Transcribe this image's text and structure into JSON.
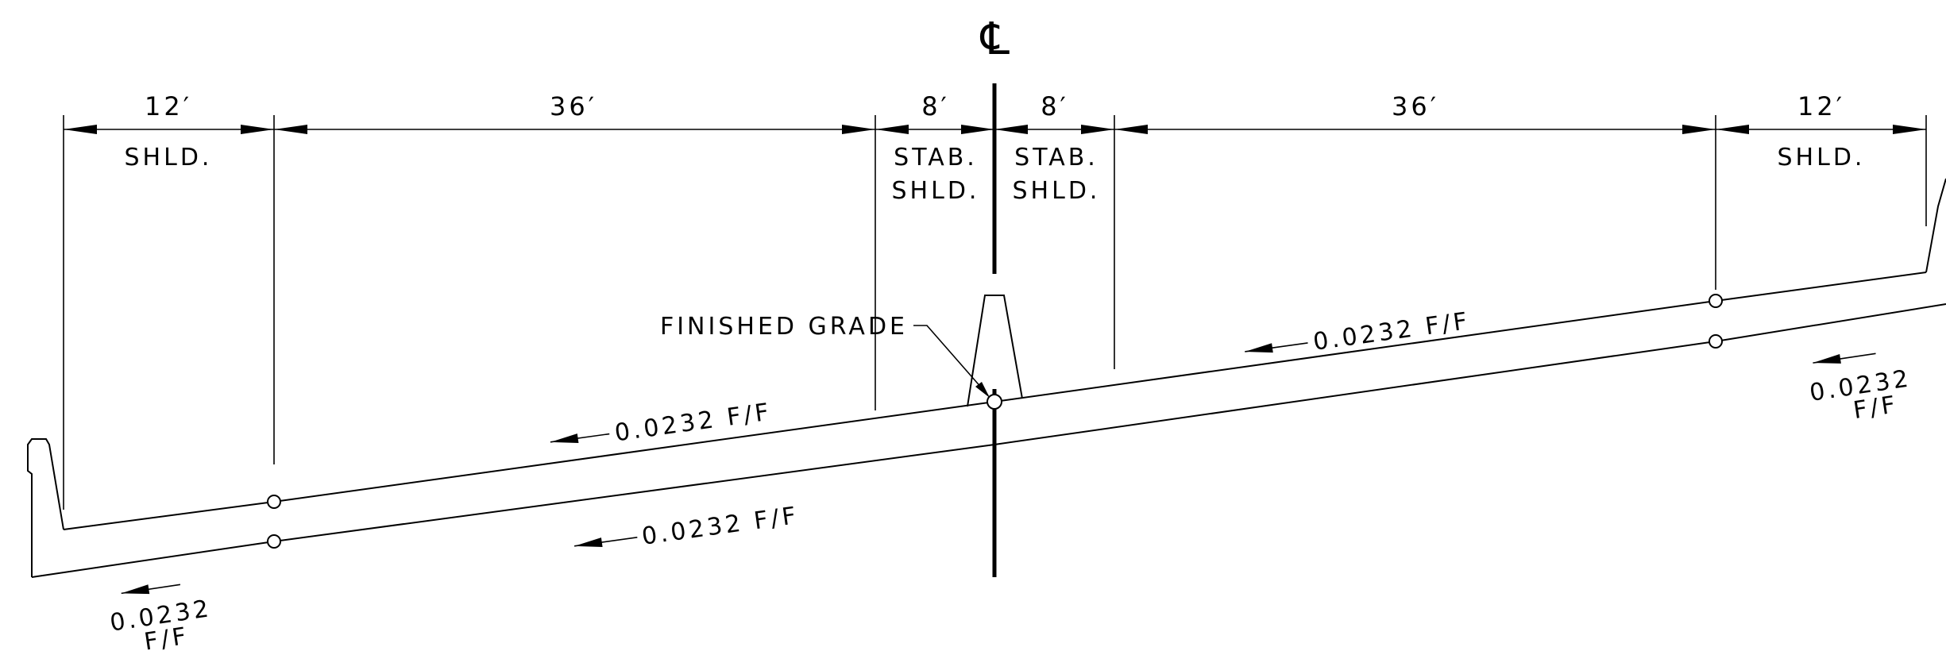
{
  "centerline_symbol": "℄",
  "dimensions": [
    {
      "value": "12′",
      "label": "SHLD."
    },
    {
      "value": "36′",
      "label": ""
    },
    {
      "value": "8′",
      "label": "STAB.",
      "label2": "SHLD."
    },
    {
      "value": "8′",
      "label": "STAB.",
      "label2": "SHLD."
    },
    {
      "value": "36′",
      "label": ""
    },
    {
      "value": "12′",
      "label": "SHLD."
    }
  ],
  "finished_grade_label": "FINISHED GRADE",
  "slopes": {
    "top_left": "0.0232 F/F",
    "top_right": "0.0232 F/F",
    "bottom_left": "0.0232 F/F",
    "left_edge": {
      "line1": "0.0232",
      "line2": "F/F"
    },
    "right_edge": {
      "line1": "0.0232",
      "line2": "F/F"
    }
  }
}
